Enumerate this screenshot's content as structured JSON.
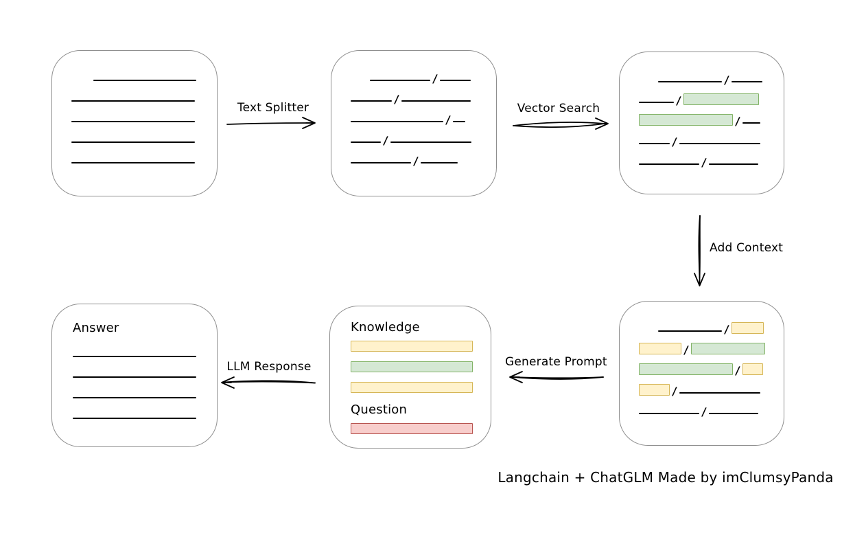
{
  "caption": "Langchain + ChatGLM Made by imClumsyPanda",
  "colors": {
    "green_fill": "#d5e8d4",
    "green_border": "#82b366",
    "yellow_fill": "#fff2cc",
    "yellow_border": "#d6b656",
    "red_fill": "#f8cecc",
    "red_border": "#b85450",
    "box_border": "#8f8f8f",
    "ink": "#000000"
  },
  "arrows": {
    "text_splitter": {
      "label": "Text Splitter",
      "direction": "right"
    },
    "vector_search": {
      "label": "Vector Search",
      "direction": "right"
    },
    "add_context": {
      "label": "Add Context",
      "direction": "down"
    },
    "generate_prompt": {
      "label": "Generate Prompt",
      "direction": "left"
    },
    "llm_response": {
      "label": "LLM Response",
      "direction": "left"
    }
  },
  "boxes": {
    "document": {
      "rows": [
        {
          "indent": 32,
          "segs": [
            {
              "t": "line",
              "w": 150
            }
          ]
        },
        {
          "segs": [
            {
              "t": "line",
              "w": 180
            }
          ]
        },
        {
          "segs": [
            {
              "t": "line",
              "w": 180
            }
          ]
        },
        {
          "segs": [
            {
              "t": "line",
              "w": 180
            }
          ]
        },
        {
          "segs": [
            {
              "t": "line",
              "w": 180
            }
          ]
        }
      ]
    },
    "chunks": {
      "rows": [
        {
          "indent": 28,
          "segs": [
            {
              "t": "line",
              "w": 88
            },
            {
              "t": "line",
              "w": 45
            }
          ]
        },
        {
          "segs": [
            {
              "t": "line",
              "w": 60
            },
            {
              "t": "line",
              "w": 101
            }
          ]
        },
        {
          "segs": [
            {
              "t": "line",
              "w": 135
            },
            {
              "t": "line",
              "w": 18
            }
          ]
        },
        {
          "segs": [
            {
              "t": "line",
              "w": 44
            },
            {
              "t": "line",
              "w": 118
            }
          ]
        },
        {
          "segs": [
            {
              "t": "line",
              "w": 88
            },
            {
              "t": "line",
              "w": 54
            }
          ]
        }
      ]
    },
    "vector_matches": {
      "rows": [
        {
          "indent": 28,
          "segs": [
            {
              "t": "line",
              "w": 93
            },
            {
              "t": "line",
              "w": 45
            }
          ]
        },
        {
          "segs": [
            {
              "t": "line",
              "w": 51
            },
            {
              "t": "chip",
              "c": "green",
              "w": 110
            }
          ]
        },
        {
          "segs": [
            {
              "t": "chip",
              "c": "green",
              "w": 137
            },
            {
              "t": "line",
              "w": 26
            }
          ]
        },
        {
          "segs": [
            {
              "t": "line",
              "w": 45
            },
            {
              "t": "line",
              "w": 118
            }
          ]
        },
        {
          "segs": [
            {
              "t": "line",
              "w": 88
            },
            {
              "t": "line",
              "w": 72
            }
          ]
        }
      ]
    },
    "context": {
      "rows": [
        {
          "indent": 28,
          "segs": [
            {
              "t": "line",
              "w": 93
            },
            {
              "t": "chip",
              "c": "yellow",
              "w": 47
            }
          ]
        },
        {
          "segs": [
            {
              "t": "chip",
              "c": "yellow",
              "w": 62
            },
            {
              "t": "chip",
              "c": "green",
              "w": 108
            }
          ]
        },
        {
          "segs": [
            {
              "t": "chip",
              "c": "green",
              "w": 137
            },
            {
              "t": "chip",
              "c": "yellow",
              "w": 30
            }
          ]
        },
        {
          "segs": [
            {
              "t": "chip",
              "c": "yellow",
              "w": 45
            },
            {
              "t": "line",
              "w": 118
            }
          ]
        },
        {
          "segs": [
            {
              "t": "line",
              "w": 88
            },
            {
              "t": "line",
              "w": 72
            }
          ]
        }
      ]
    },
    "prompt": {
      "knowledge_label": "Knowledge",
      "question_label": "Question",
      "knowledge_bars": [
        "yellow",
        "green",
        "yellow"
      ],
      "question_bars": [
        "red"
      ]
    },
    "answer": {
      "label": "Answer",
      "rows": [
        {
          "segs": [
            {
              "t": "line",
              "w": 180
            }
          ]
        },
        {
          "segs": [
            {
              "t": "line",
              "w": 180
            }
          ]
        },
        {
          "segs": [
            {
              "t": "line",
              "w": 180
            }
          ]
        },
        {
          "segs": [
            {
              "t": "line",
              "w": 180
            }
          ]
        }
      ]
    }
  }
}
